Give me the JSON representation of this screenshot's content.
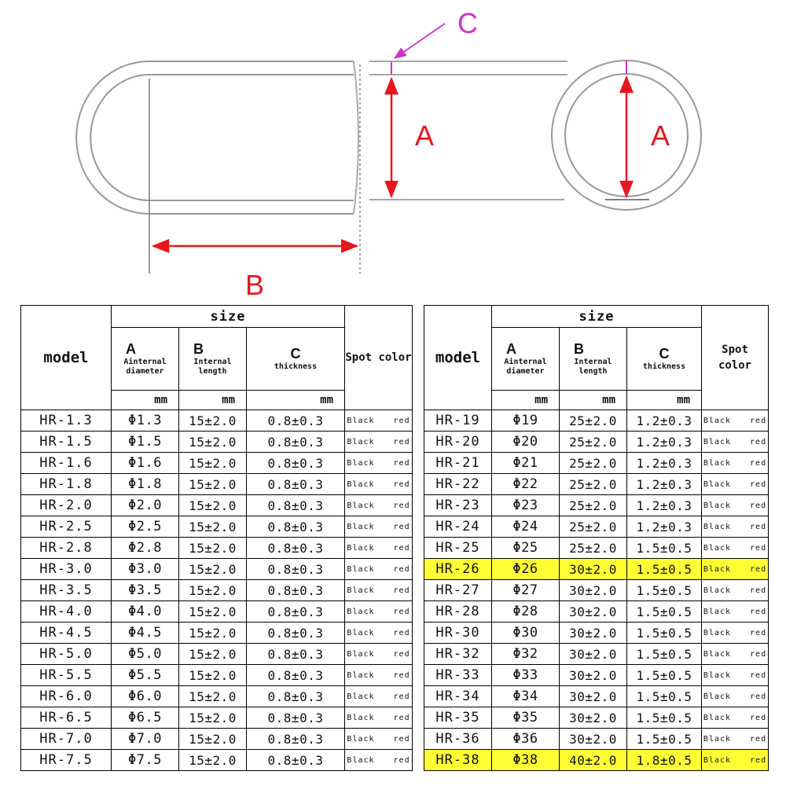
{
  "diagram": {
    "label_a_side": "A",
    "label_b": "B",
    "label_c": "C",
    "label_a_end": "A",
    "colors": {
      "dimension": "#e8161c",
      "callout": "#cc33cc",
      "outline": "#888888"
    }
  },
  "table_header": {
    "model": "model",
    "size": "size",
    "col_a_letter": "A",
    "col_a_desc": "Ainternal diameter",
    "col_b_letter": "B",
    "col_b_desc": "Internal length",
    "col_c_letter": "C",
    "col_c_desc": "thickness",
    "spot_color": "Spot color",
    "unit_a": "mm",
    "unit_b": "mm",
    "unit_c": "mm"
  },
  "left_table": [
    {
      "model": "HR-1.3",
      "diameter": "Φ1.3",
      "length": "15±2.0",
      "thickness": "0.8±0.3",
      "color1": "Black",
      "color2": "red",
      "highlight": false
    },
    {
      "model": "HR-1.5",
      "diameter": "Φ1.5",
      "length": "15±2.0",
      "thickness": "0.8±0.3",
      "color1": "Black",
      "color2": "red",
      "highlight": false
    },
    {
      "model": "HR-1.6",
      "diameter": "Φ1.6",
      "length": "15±2.0",
      "thickness": "0.8±0.3",
      "color1": "Black",
      "color2": "red",
      "highlight": false
    },
    {
      "model": "HR-1.8",
      "diameter": "Φ1.8",
      "length": "15±2.0",
      "thickness": "0.8±0.3",
      "color1": "Black",
      "color2": "red",
      "highlight": false
    },
    {
      "model": "HR-2.0",
      "diameter": "Φ2.0",
      "length": "15±2.0",
      "thickness": "0.8±0.3",
      "color1": "Black",
      "color2": "red",
      "highlight": false
    },
    {
      "model": "HR-2.5",
      "diameter": "Φ2.5",
      "length": "15±2.0",
      "thickness": "0.8±0.3",
      "color1": "Black",
      "color2": "red",
      "highlight": false
    },
    {
      "model": "HR-2.8",
      "diameter": "Φ2.8",
      "length": "15±2.0",
      "thickness": "0.8±0.3",
      "color1": "Black",
      "color2": "red",
      "highlight": false
    },
    {
      "model": "HR-3.0",
      "diameter": "Φ3.0",
      "length": "15±2.0",
      "thickness": "0.8±0.3",
      "color1": "Black",
      "color2": "red",
      "highlight": false
    },
    {
      "model": "HR-3.5",
      "diameter": "Φ3.5",
      "length": "15±2.0",
      "thickness": "0.8±0.3",
      "color1": "Black",
      "color2": "red",
      "highlight": false
    },
    {
      "model": "HR-4.0",
      "diameter": "Φ4.0",
      "length": "15±2.0",
      "thickness": "0.8±0.3",
      "color1": "Black",
      "color2": "red",
      "highlight": false
    },
    {
      "model": "HR-4.5",
      "diameter": "Φ4.5",
      "length": "15±2.0",
      "thickness": "0.8±0.3",
      "color1": "Black",
      "color2": "red",
      "highlight": false
    },
    {
      "model": "HR-5.0",
      "diameter": "Φ5.0",
      "length": "15±2.0",
      "thickness": "0.8±0.3",
      "color1": "Black",
      "color2": "red",
      "highlight": false
    },
    {
      "model": "HR-5.5",
      "diameter": "Φ5.5",
      "length": "15±2.0",
      "thickness": "0.8±0.3",
      "color1": "Black",
      "color2": "red",
      "highlight": false
    },
    {
      "model": "HR-6.0",
      "diameter": "Φ6.0",
      "length": "15±2.0",
      "thickness": "0.8±0.3",
      "color1": "Black",
      "color2": "red",
      "highlight": false
    },
    {
      "model": "HR-6.5",
      "diameter": "Φ6.5",
      "length": "15±2.0",
      "thickness": "0.8±0.3",
      "color1": "Black",
      "color2": "red",
      "highlight": false
    },
    {
      "model": "HR-7.0",
      "diameter": "Φ7.0",
      "length": "15±2.0",
      "thickness": "0.8±0.3",
      "color1": "Black",
      "color2": "red",
      "highlight": false
    },
    {
      "model": "HR-7.5",
      "diameter": "Φ7.5",
      "length": "15±2.0",
      "thickness": "0.8±0.3",
      "color1": "Black",
      "color2": "red",
      "highlight": false
    }
  ],
  "right_table": [
    {
      "model": "HR-19",
      "diameter": "Φ19",
      "length": "25±2.0",
      "thickness": "1.2±0.3",
      "color1": "Black",
      "color2": "red",
      "highlight": false
    },
    {
      "model": "HR-20",
      "diameter": "Φ20",
      "length": "25±2.0",
      "thickness": "1.2±0.3",
      "color1": "Black",
      "color2": "red",
      "highlight": false
    },
    {
      "model": "HR-21",
      "diameter": "Φ21",
      "length": "25±2.0",
      "thickness": "1.2±0.3",
      "color1": "Black",
      "color2": "red",
      "highlight": false
    },
    {
      "model": "HR-22",
      "diameter": "Φ22",
      "length": "25±2.0",
      "thickness": "1.2±0.3",
      "color1": "Black",
      "color2": "red",
      "highlight": false
    },
    {
      "model": "HR-23",
      "diameter": "Φ23",
      "length": "25±2.0",
      "thickness": "1.2±0.3",
      "color1": "Black",
      "color2": "red",
      "highlight": false
    },
    {
      "model": "HR-24",
      "diameter": "Φ24",
      "length": "25±2.0",
      "thickness": "1.2±0.3",
      "color1": "Black",
      "color2": "red",
      "highlight": false
    },
    {
      "model": "HR-25",
      "diameter": "Φ25",
      "length": "25±2.0",
      "thickness": "1.5±0.5",
      "color1": "Black",
      "color2": "red",
      "highlight": false
    },
    {
      "model": "HR-26",
      "diameter": "Φ26",
      "length": "30±2.0",
      "thickness": "1.5±0.5",
      "color1": "Black",
      "color2": "red",
      "highlight": true
    },
    {
      "model": "HR-27",
      "diameter": "Φ27",
      "length": "30±2.0",
      "thickness": "1.5±0.5",
      "color1": "Black",
      "color2": "red",
      "highlight": false
    },
    {
      "model": "HR-28",
      "diameter": "Φ28",
      "length": "30±2.0",
      "thickness": "1.5±0.5",
      "color1": "Black",
      "color2": "red",
      "highlight": false
    },
    {
      "model": "HR-30",
      "diameter": "Φ30",
      "length": "30±2.0",
      "thickness": "1.5±0.5",
      "color1": "Black",
      "color2": "red",
      "highlight": false
    },
    {
      "model": "HR-32",
      "diameter": "Φ32",
      "length": "30±2.0",
      "thickness": "1.5±0.5",
      "color1": "Black",
      "color2": "red",
      "highlight": false
    },
    {
      "model": "HR-33",
      "diameter": "Φ33",
      "length": "30±2.0",
      "thickness": "1.5±0.5",
      "color1": "Black",
      "color2": "red",
      "highlight": false
    },
    {
      "model": "HR-34",
      "diameter": "Φ34",
      "length": "30±2.0",
      "thickness": "1.5±0.5",
      "color1": "Black",
      "color2": "red",
      "highlight": false
    },
    {
      "model": "HR-35",
      "diameter": "Φ35",
      "length": "30±2.0",
      "thickness": "1.5±0.5",
      "color1": "Black",
      "color2": "red",
      "highlight": false
    },
    {
      "model": "HR-36",
      "diameter": "Φ36",
      "length": "30±2.0",
      "thickness": "1.5±0.5",
      "color1": "Black",
      "color2": "red",
      "highlight": false
    },
    {
      "model": "HR-38",
      "diameter": "Φ38",
      "length": "40±2.0",
      "thickness": "1.8±0.5",
      "color1": "Black",
      "color2": "red",
      "highlight": true
    }
  ]
}
